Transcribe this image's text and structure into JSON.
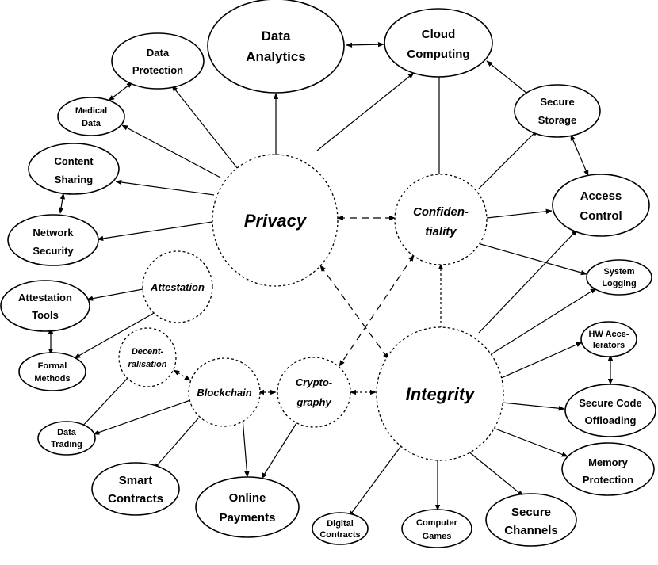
{
  "nodes": {
    "data_analytics": [
      "Data",
      "Analytics"
    ],
    "cloud_computing": [
      "Cloud",
      "Computing"
    ],
    "data_protection": [
      "Data",
      "Protection"
    ],
    "medical_data": [
      "Medical",
      "Data"
    ],
    "secure_storage": [
      "Secure",
      "Storage"
    ],
    "content_sharing": [
      "Content",
      "Sharing"
    ],
    "privacy": [
      "Privacy"
    ],
    "confidentiality": [
      "Confiden-",
      "tiality"
    ],
    "access_control": [
      "Access",
      "Control"
    ],
    "network_security": [
      "Network",
      "Security"
    ],
    "system_logging": [
      "System",
      "Logging"
    ],
    "attestation": [
      "Attestation"
    ],
    "attestation_tools": [
      "Attestation",
      "Tools"
    ],
    "formal_methods": [
      "Formal",
      "Methods"
    ],
    "decentralisation": [
      "Decent-",
      "ralisation"
    ],
    "hw_accelerators": [
      "HW Acce-",
      "lerators"
    ],
    "blockchain": [
      "Blockchain"
    ],
    "cryptography": [
      "Crypto-",
      "graphy"
    ],
    "integrity": [
      "Integrity"
    ],
    "secure_code_offloading": [
      "Secure Code",
      "Offloading"
    ],
    "data_trading": [
      "Data",
      "Trading"
    ],
    "memory_protection": [
      "Memory",
      "Protection"
    ],
    "smart_contracts": [
      "Smart",
      "Contracts"
    ],
    "online_payments": [
      "Online",
      "Payments"
    ],
    "digital_contracts": [
      "Digital",
      "Contracts"
    ],
    "computer_games": [
      "Computer",
      "Games"
    ],
    "secure_channels": [
      "Secure",
      "Channels"
    ]
  }
}
